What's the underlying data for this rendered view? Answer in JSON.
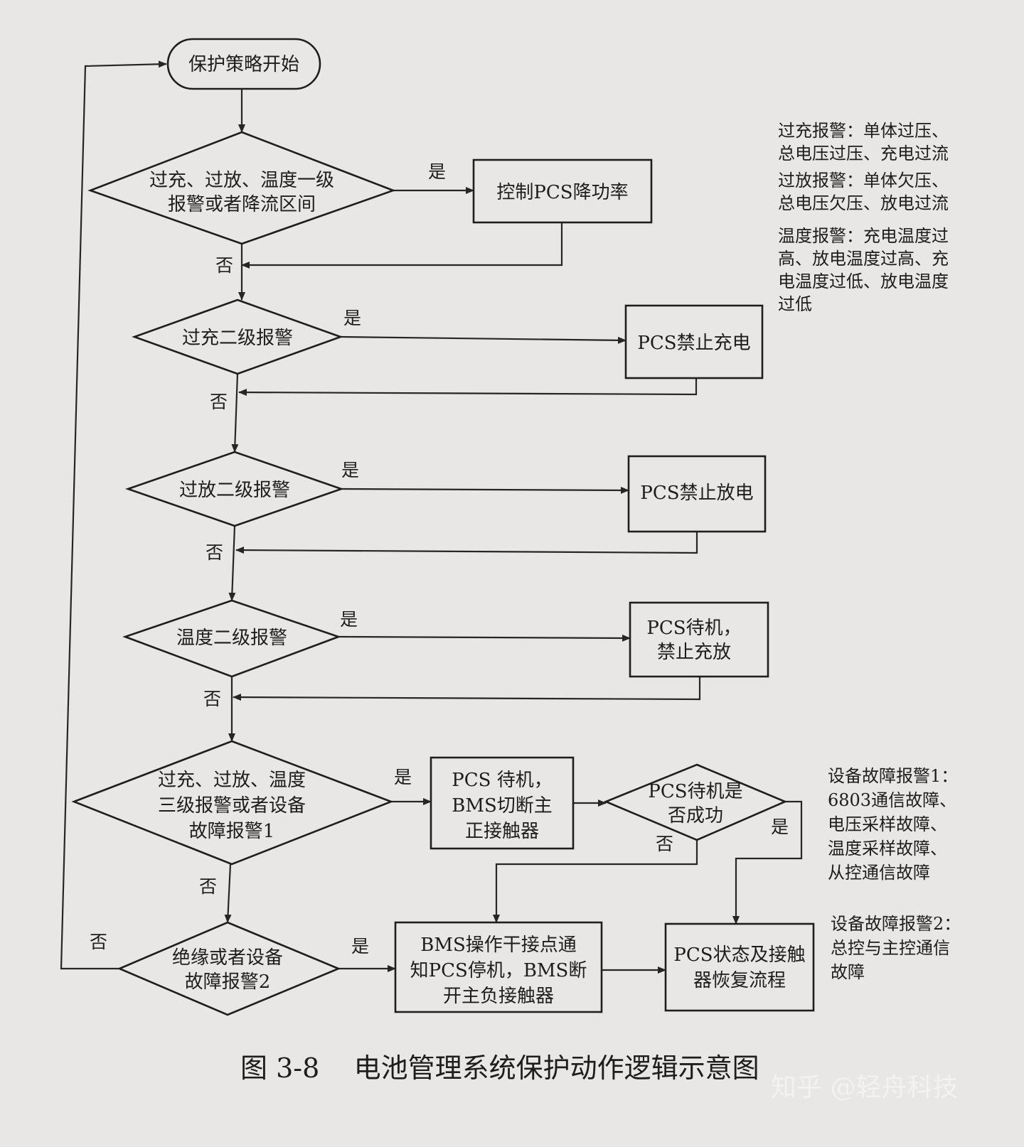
{
  "diagram": {
    "start": "保护策略开始",
    "decision1": [
      "过充、过放、温度一级",
      "报警或者降流区间"
    ],
    "action1": "控制PCS降功率",
    "decision2": "过充二级报警",
    "action2": "PCS禁止充电",
    "decision3": "过放二级报警",
    "action3": "PCS禁止放电",
    "decision4": "温度二级报警",
    "action4": [
      "PCS待机，",
      "禁止充放"
    ],
    "decision5": [
      "过充、过放、温度",
      "三级报警或者设备",
      "故障报警1"
    ],
    "action5": [
      "PCS 待机，",
      "BMS切断主",
      "正接触器"
    ],
    "decision6": [
      "PCS待机是",
      "否成功"
    ],
    "decision7": [
      "绝缘或者设备",
      "故障报警2"
    ],
    "action7": [
      "BMS操作干接点通",
      "知PCS停机，BMS断",
      "开主负接触器"
    ],
    "action8": [
      "PCS状态及接触",
      "器恢复流程"
    ],
    "label_yes": "是",
    "label_no": "否"
  },
  "notes": {
    "alarm_definitions": [
      "过充报警：单体过压、",
      "总电压过压、充电过流",
      "过放报警：单体欠压、",
      "总电压欠压、放电过流",
      "温度报警：充电温度过",
      "高、放电温度过高、充",
      "电温度过低、放电温度",
      "过低"
    ],
    "fault1": [
      "设备故障报警1：",
      "6803通信故障、",
      "电压采样故障、",
      "温度采样故障、",
      "从控通信故障"
    ],
    "fault2": [
      "设备故障报警2：",
      "总控与主控通信",
      "故障"
    ]
  },
  "caption": "图 3-8    电池管理系统保护动作逻辑示意图",
  "watermark": "知乎 @轻舟科技"
}
